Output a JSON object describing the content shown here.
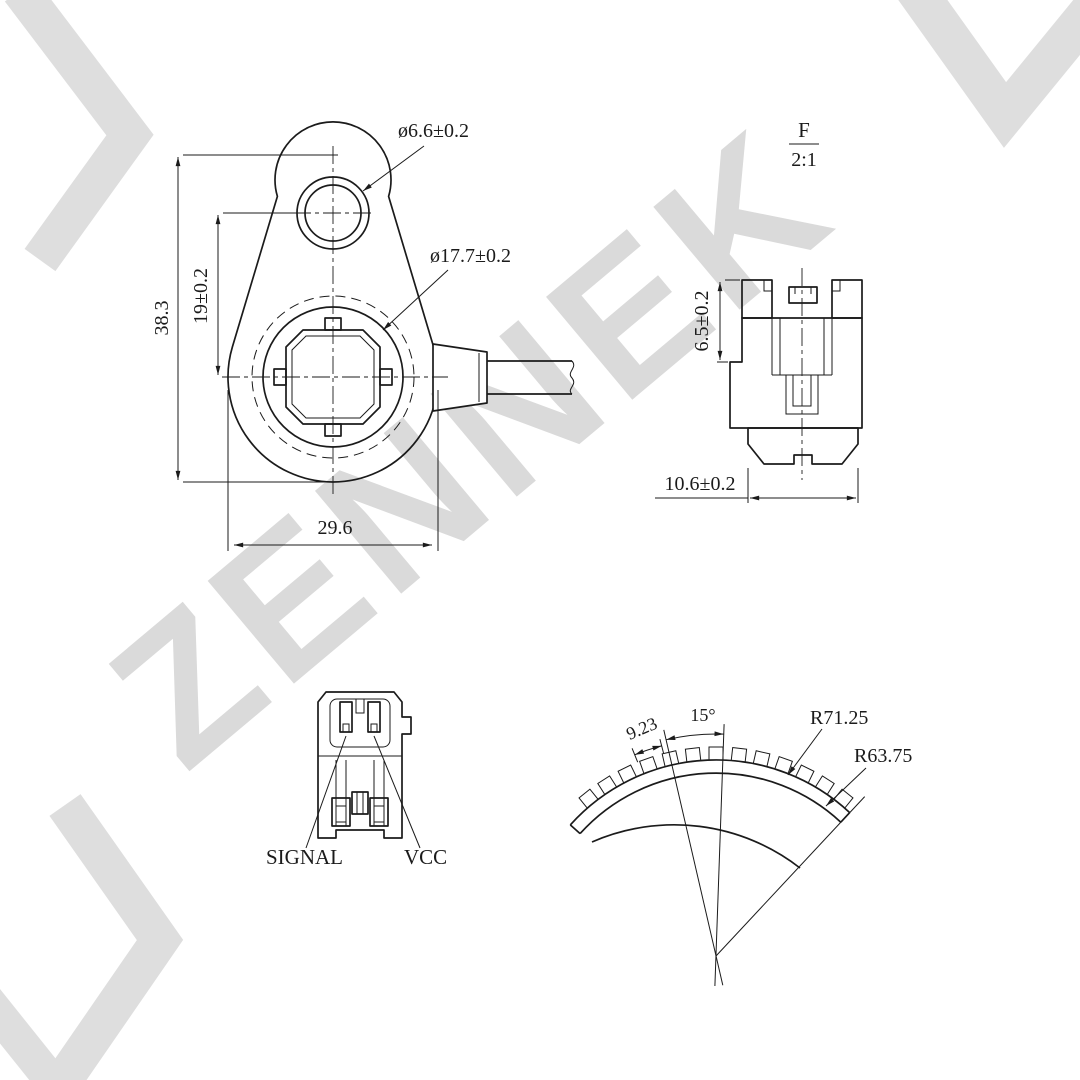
{
  "colors": {
    "line": "#1b1b1b",
    "watermark": "#dadada",
    "background": "#ffffff"
  },
  "watermark": {
    "text": "ZENNEK"
  },
  "front_view": {
    "dim_mount_hole": "ø6.6±0.2",
    "dim_sensor_bore": "ø17.7±0.2",
    "dim_height": "38.3",
    "dim_centers": "19±0.2",
    "dim_width": "29.6"
  },
  "section_view": {
    "label": "F",
    "scale": "2:1",
    "dim_height": "6.5±0.2",
    "dim_width": "10.6±0.2"
  },
  "connector_view": {
    "left_pin": "SIGNAL",
    "right_pin": "VCC"
  },
  "ring_view": {
    "dim_pitch": "9.23",
    "dim_angle": "15°",
    "radius_outer": "R71.25",
    "radius_inner": "R63.75"
  }
}
